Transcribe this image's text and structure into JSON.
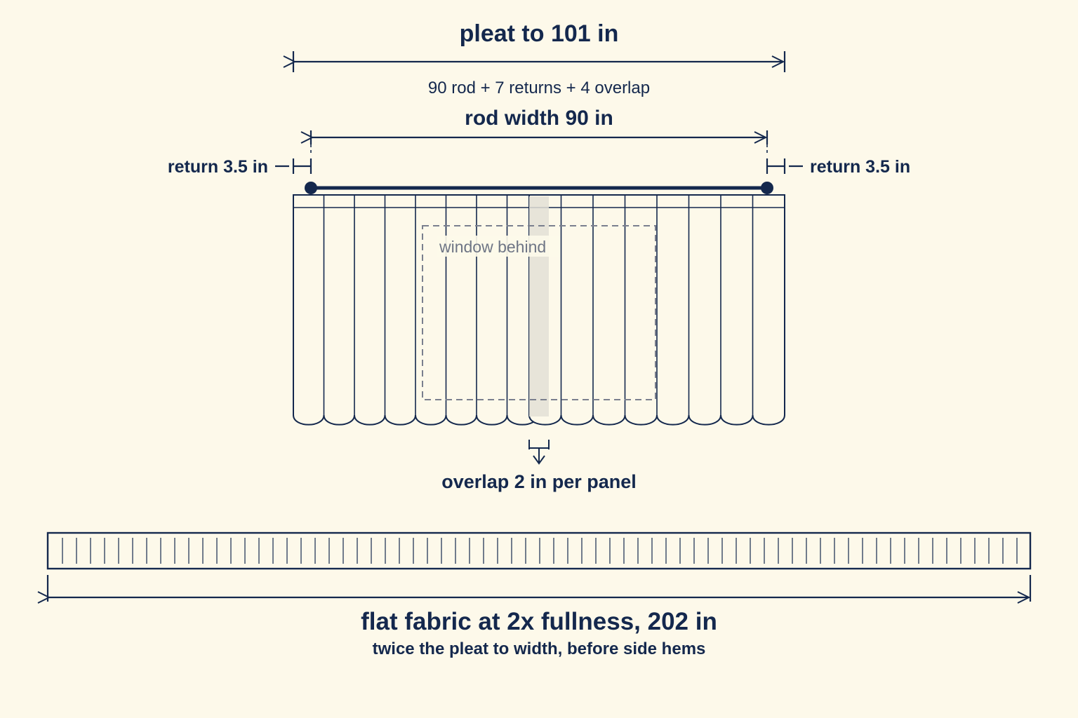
{
  "colors": {
    "background": "#fdf9ea",
    "ink": "#14284d",
    "window_outline": "#7a7f8e",
    "window_label": "#6e7585",
    "overlap_band": "#e3e1d6"
  },
  "labels": {
    "pleat_to": "pleat to 101 in",
    "pleat_formula": "90 rod + 7 returns + 4 overlap",
    "rod_width": "rod width 90 in",
    "return_left": "return 3.5 in",
    "return_right": "return 3.5 in",
    "window_behind": "window behind",
    "overlap": "overlap 2 in per panel",
    "flat_fabric": "flat fabric at 2x fullness, 202 in",
    "flat_fabric_note": "twice the pleat to width, before side hems"
  },
  "measurements": {
    "pleat_to_in": 101,
    "rod_in": 90,
    "return_in": 3.5,
    "overlap_per_panel_in": 2,
    "flat_fabric_in": 202,
    "fullness": 2
  }
}
